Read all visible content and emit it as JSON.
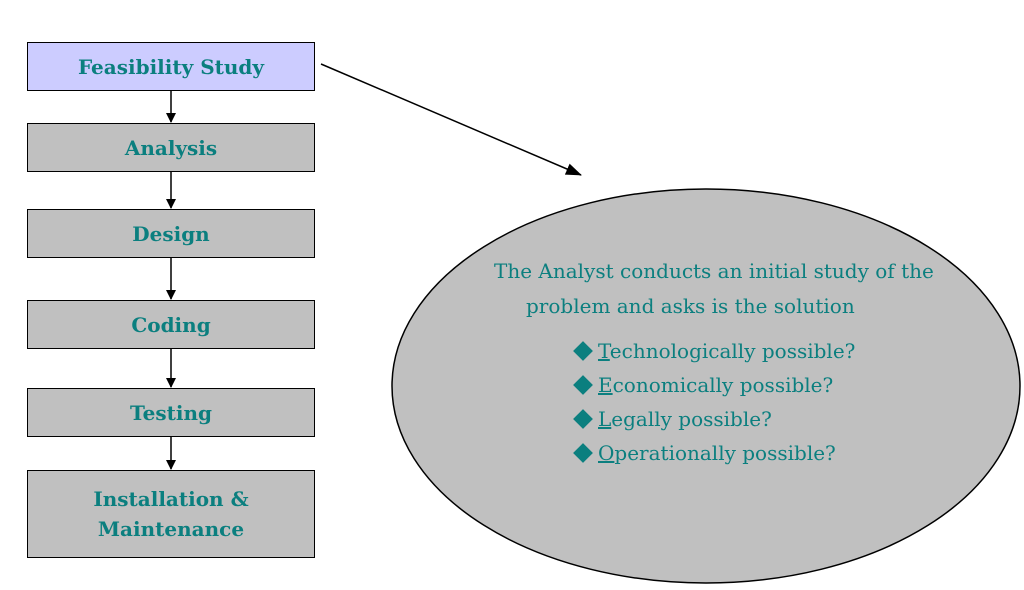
{
  "colors": {
    "text_teal": "#0b7f7f",
    "step_fill": "#c0c0c0",
    "highlight_fill": "#ccccff",
    "ellipse_fill": "#c0c0c0",
    "stroke": "#000000",
    "bullet": "#0b7f7f"
  },
  "steps": [
    {
      "label": "Feasibility Study",
      "highlighted": true
    },
    {
      "label": "Analysis",
      "highlighted": false
    },
    {
      "label": "Design",
      "highlighted": false
    },
    {
      "label": "Coding",
      "highlighted": false
    },
    {
      "label": "Testing",
      "highlighted": false
    },
    {
      "label_line1": "Installation &",
      "label_line2": "Maintenance",
      "highlighted": false
    }
  ],
  "callout": {
    "description": "The Analyst conducts an initial study of the problem and asks is the solution",
    "bullet_icon": "diamond-bullet-icon",
    "questions": [
      {
        "first": "T",
        "rest": "echnologically possible?"
      },
      {
        "first": "E",
        "rest": "conomically possible?"
      },
      {
        "first": "L",
        "rest": "egally possible?"
      },
      {
        "first": "O",
        "rest": "perationally possible?"
      }
    ]
  }
}
